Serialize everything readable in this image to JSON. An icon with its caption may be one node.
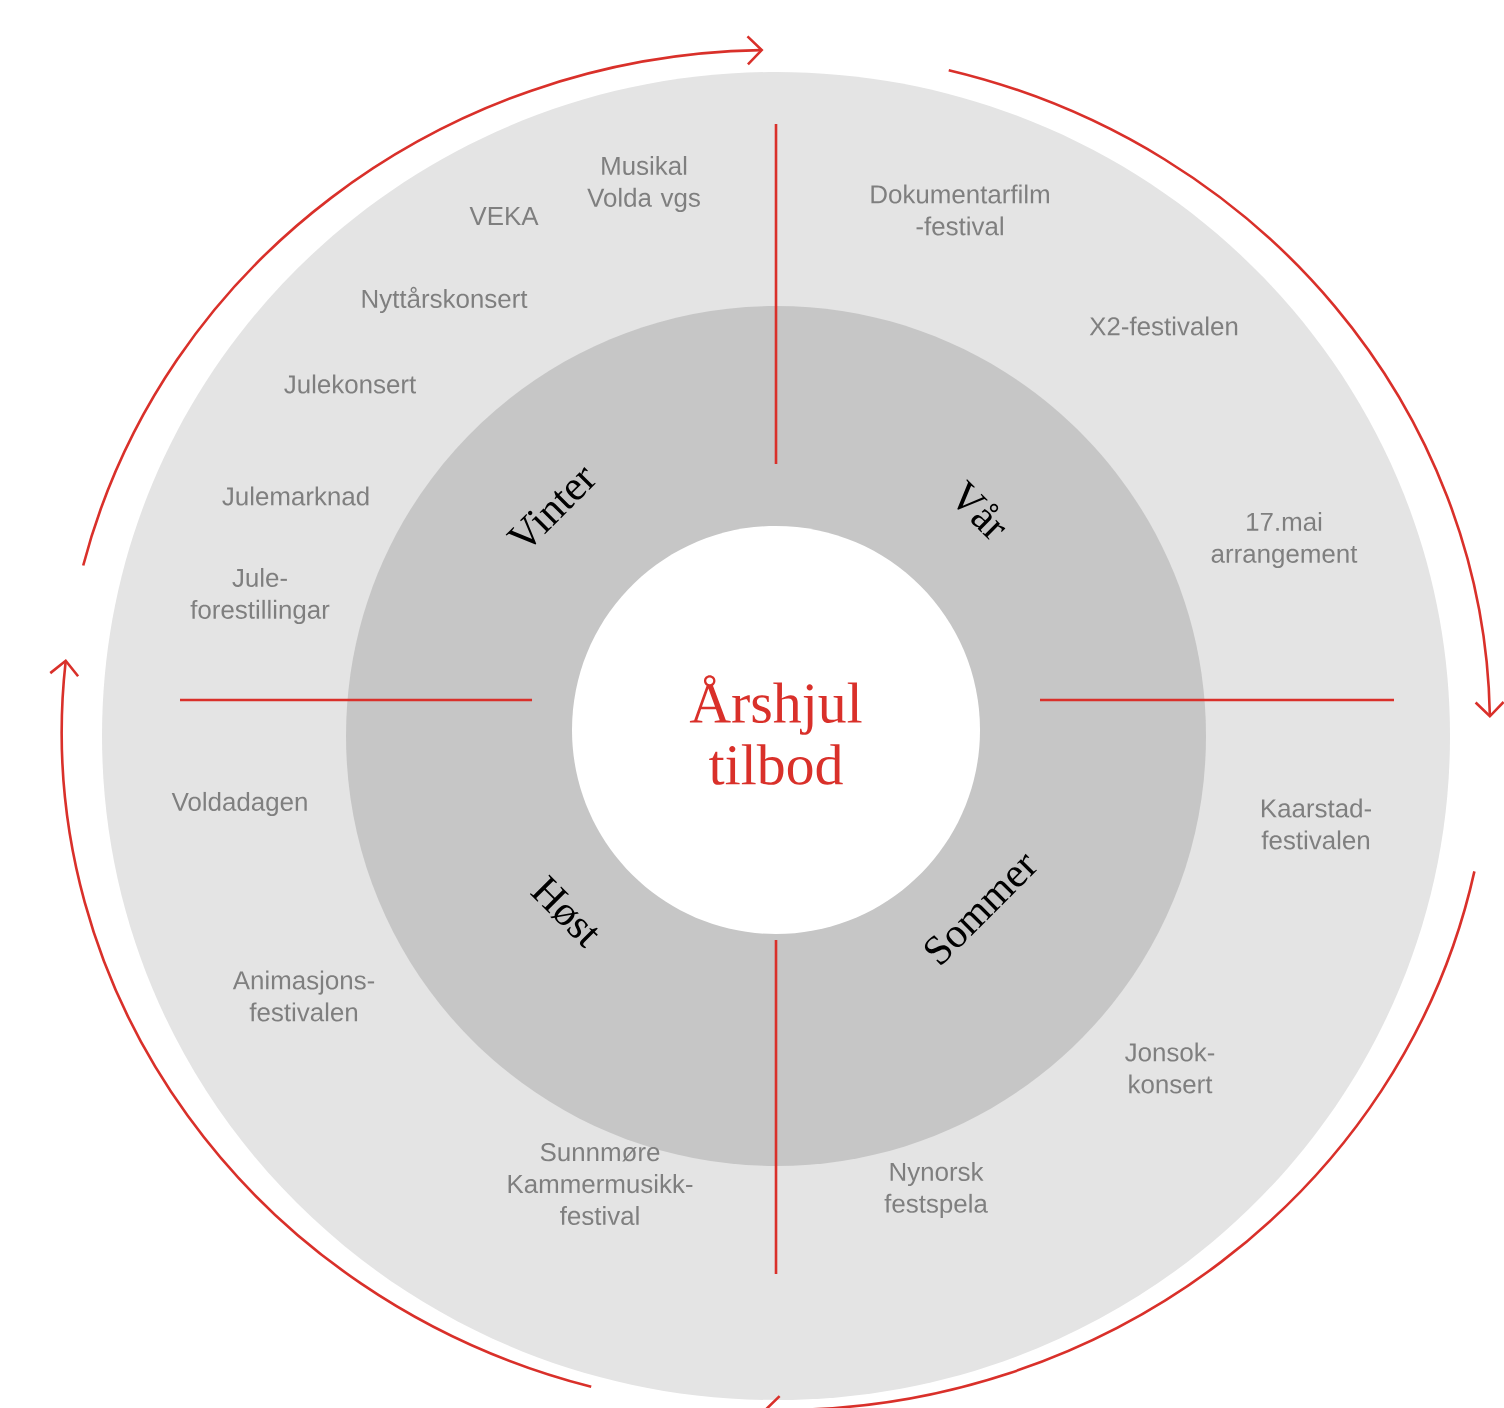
{
  "diagram": {
    "nodes": [
      {
        "text": [
          "Årshjul tilbod"
        ]
      }
    ],
    "labels": [
      "Musikal Volda vgs",
      "VEKA",
      "Dokumentarfilm -festival",
      "Nyttårskonsert",
      "X2-festivalen",
      "Julekonsert",
      "Julemarknad",
      "Vinter",
      "Vår",
      "17.mai arrangement",
      "Jule- forestillingar",
      "Voldadagen",
      "Kaarstad- festivalen",
      "Høst",
      "Sommer",
      "Animasjons- festivalen",
      "Jonsok- konsert",
      "Sunnmøre Kammermusikk- festival",
      "Nynorsk festspela"
    ]
  }
}
